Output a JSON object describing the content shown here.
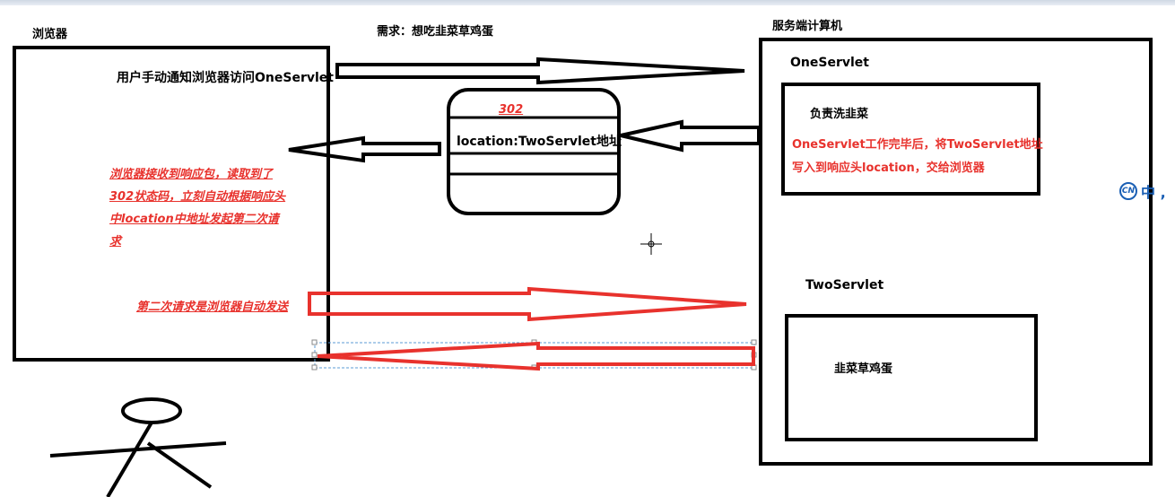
{
  "labels": {
    "browser_title": "浏览器",
    "requirement": "需求：想吃韭菜草鸡蛋",
    "server_title": "服务端计算机",
    "browser_action": "用户手动通知浏览器访问OneServlet",
    "status_code": "302",
    "location_header": "location:TwoServlet地址",
    "browser_note": [
      "浏览器接收到响应包，读取到了",
      "302状态码，立刻自动根据响应头",
      "中location中地址发起第二次请",
      "求"
    ],
    "second_request_note": "第二次请求是浏览器自动发送",
    "one_servlet": "OneServlet",
    "one_servlet_task": "负责洗韭菜",
    "one_servlet_note": [
      "OneServlet工作完毕后，将TwoServlet地址",
      "写入到响应头location，交给浏览器"
    ],
    "two_servlet": "TwoServlet",
    "two_servlet_task": "韭菜草鸡蛋",
    "ime_text": "中 ,",
    "ime_logo": "CN"
  },
  "colors": {
    "accent_red": "#e8322d",
    "line": "#000000",
    "selection": "#5b9bd5"
  }
}
